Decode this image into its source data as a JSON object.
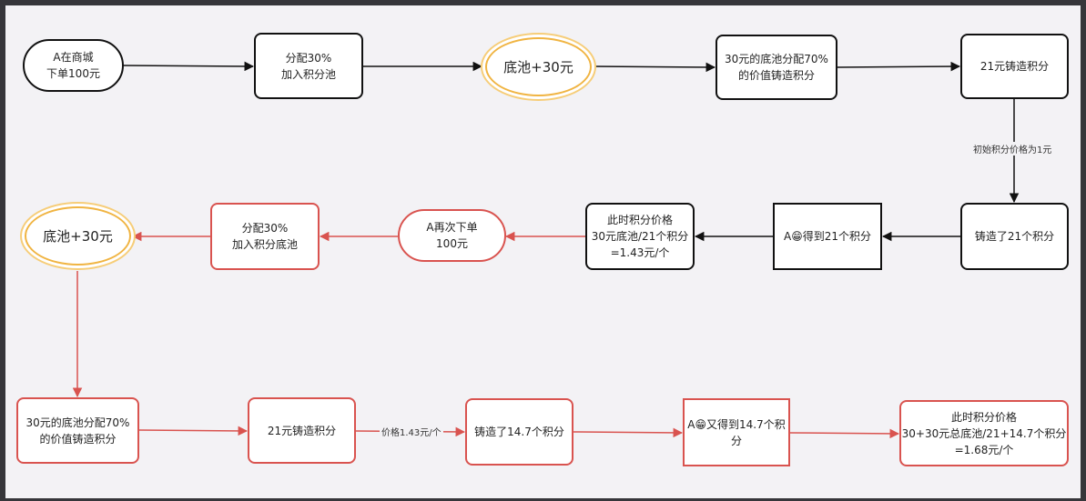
{
  "colors": {
    "black_line": "#111111",
    "red_line": "#d9534f",
    "gold": "#f0b442"
  },
  "row1": {
    "start": "A在商城\n下单100元",
    "allocate": "分配30%\n加入积分池",
    "pool": "底池+30元",
    "split": "30元的底池分配70%\n的价值铸造积分",
    "mint": "21元铸造积分"
  },
  "edge_labels": {
    "initial_price": "初始积分价格为1元",
    "price_143": "价格1.43元/个"
  },
  "row2": {
    "minted": "铸造了21个积分",
    "got": "A😁得到21个积分",
    "price_now": "此时积分价格\n30元底池/21个积分\n=1.43元/个",
    "reorder": "A再次下单\n100元",
    "allocate": "分配30%\n加入积分底池",
    "pool": "底池+30元"
  },
  "row3": {
    "split": "30元的底池分配70%\n的价值铸造积分",
    "mint": "21元铸造积分",
    "minted": "铸造了14.7个积分",
    "got": "A😁又得到14.7个积\n分",
    "price_now": "此时积分价格\n30+30元总底池/21+14.7个积分\n=1.68元/个"
  }
}
